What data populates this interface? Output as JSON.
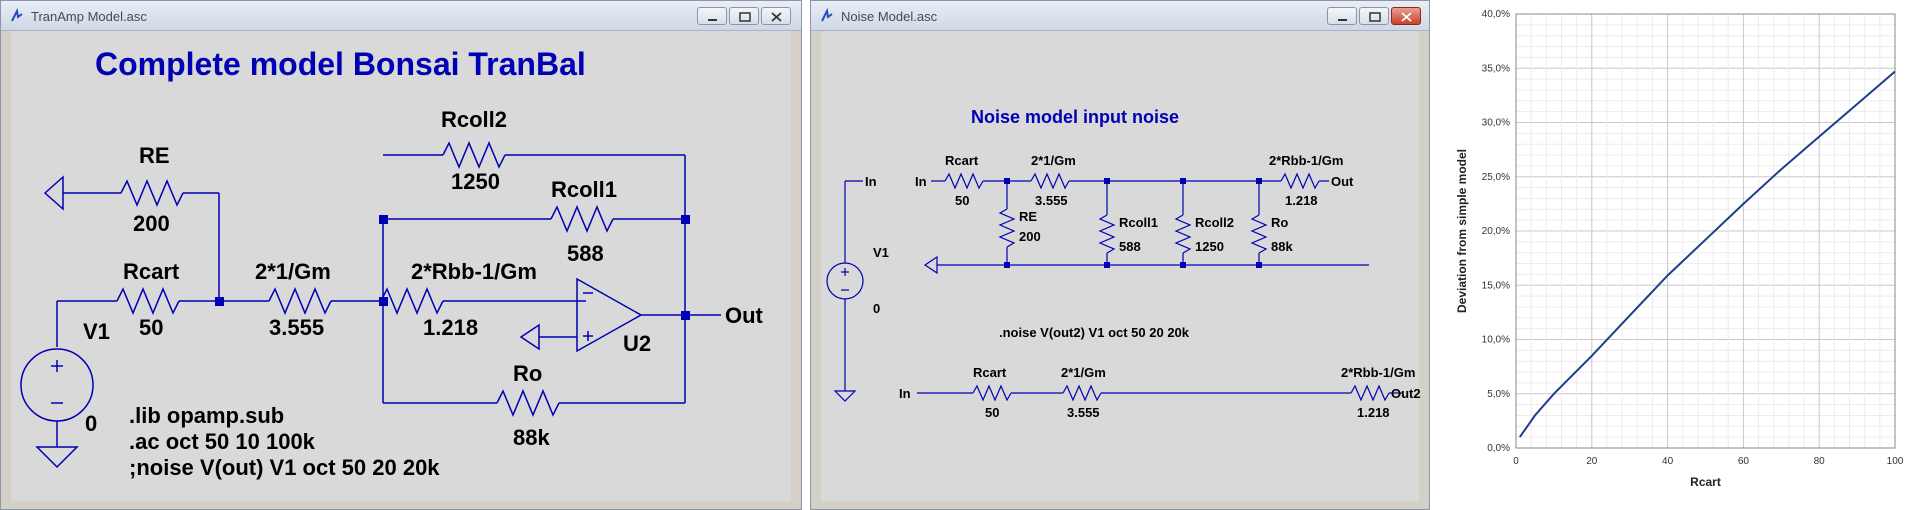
{
  "window1": {
    "title": "TranAmp Model.asc",
    "heading": "Complete model Bonsai TranBal",
    "components": {
      "re_name": "RE",
      "re_value": "200",
      "rcoll2_name": "Rcoll2",
      "rcoll2_value": "1250",
      "rcoll1_name": "Rcoll1",
      "rcoll1_value": "588",
      "rcart_name": "Rcart",
      "rcart_value": "50",
      "gm_name": "2*1/Gm",
      "gm_value": "3.555",
      "rbb_name": "2*Rbb-1/Gm",
      "rbb_value": "1.218",
      "ro_name": "Ro",
      "ro_value": "88k",
      "source_name": "V1",
      "source_value": "0",
      "opamp_name": "U2",
      "out_label": "Out"
    },
    "directives": [
      ".lib opamp.sub",
      ".ac oct 50 10 100k",
      ";noise V(out) V1 oct 50 20 20k"
    ]
  },
  "window2": {
    "title": "Noise Model.asc",
    "heading": "Noise model input noise",
    "net_in_source": "In",
    "net_in_1": "In",
    "net_in_2": "In",
    "net_out_1": "Out",
    "net_out_2": "Out2",
    "source_name": "V1",
    "source_value": "0",
    "row1": {
      "rcart_name": "Rcart",
      "rcart_value": "50",
      "gm_name": "2*1/Gm",
      "gm_value": "3.555",
      "rbb_name": "2*Rbb-1/Gm",
      "rbb_value": "1.218",
      "re_name": "RE",
      "re_value": "200",
      "rcoll1_name": "Rcoll1",
      "rcoll1_value": "588",
      "rcoll2_name": "Rcoll2",
      "rcoll2_value": "1250",
      "ro_name": "Ro",
      "ro_value": "88k"
    },
    "directive": ".noise V(out2) V1 oct 50 20 20k",
    "row2": {
      "rcart_name": "Rcart",
      "rcart_value": "50",
      "gm_name": "2*1/Gm",
      "gm_value": "3.555",
      "rbb_name": "2*Rbb-1/Gm",
      "rbb_value": "1.218"
    }
  },
  "chart_data": {
    "type": "line",
    "title": "",
    "xlabel": "Rcart",
    "ylabel": "Deviation from simple model",
    "xlim": [
      0,
      100
    ],
    "ylim": [
      0,
      40
    ],
    "x_ticks": [
      "0",
      "20",
      "40",
      "60",
      "80",
      "100"
    ],
    "y_ticks": [
      "0,0%",
      "5,0%",
      "10,0%",
      "15,0%",
      "20,0%",
      "25,0%",
      "30,0%",
      "35,0%",
      "40,0%"
    ],
    "grid": true,
    "legend": "none",
    "line_color": "#1f3d8c",
    "series": [
      {
        "x": [
          1,
          5,
          10,
          20,
          30,
          40,
          50,
          60,
          70,
          80,
          90,
          100
        ],
        "values": [
          1.0,
          3.0,
          5.0,
          8.5,
          12.2,
          15.9,
          19.2,
          22.5,
          25.7,
          28.7,
          31.7,
          34.7
        ]
      }
    ]
  },
  "colors": {
    "canvas_bg": "#d9d9d9",
    "wire": "#0000b4",
    "heading": "#0000b4",
    "component_text": "#000000"
  }
}
